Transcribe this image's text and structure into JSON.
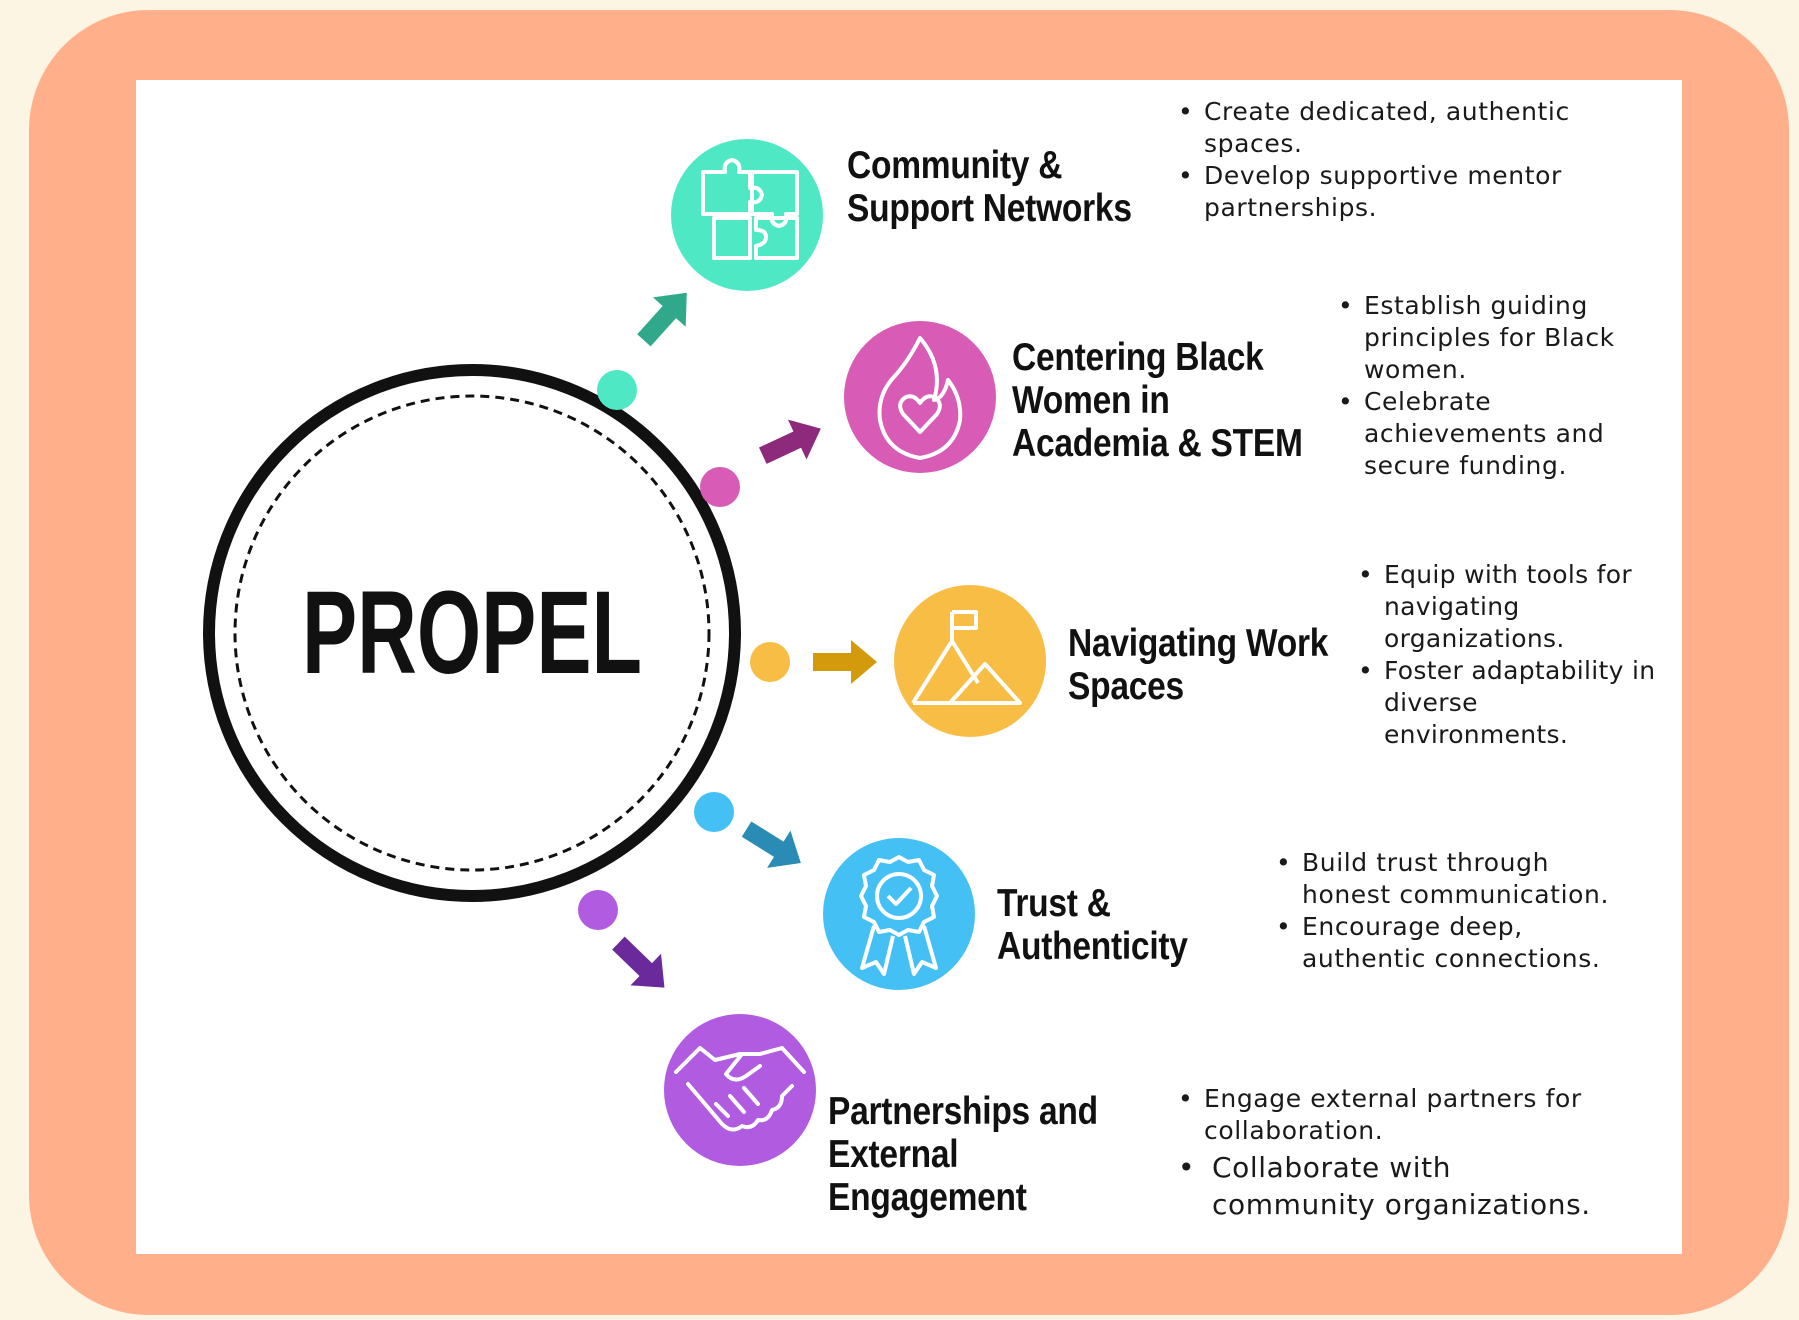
{
  "center": {
    "label": "PROPEL"
  },
  "colors": {
    "page_bg": "#fdf5e3",
    "frame": "#ffb08a",
    "panel": "#ffffff",
    "community": "#4fe8c4",
    "centering": "#d85bb6",
    "navigating": "#f8bd45",
    "trust": "#45c0f5",
    "partnerships": "#b05be0"
  },
  "pillars": [
    {
      "id": "community",
      "icon": "puzzle-icon",
      "title_lines": [
        "Community &",
        "Support Networks"
      ],
      "bullets": [
        [
          "Create dedicated, authentic",
          "spaces."
        ],
        [
          "Develop supportive mentor",
          "partnerships."
        ]
      ]
    },
    {
      "id": "centering",
      "icon": "flame-heart-icon",
      "title_lines": [
        "Centering Black",
        "Women in",
        "Academia & STEM"
      ],
      "bullets": [
        [
          "Establish guiding",
          "principles for Black",
          "women."
        ],
        [
          "Celebrate",
          "achievements and",
          "secure funding."
        ]
      ]
    },
    {
      "id": "navigating",
      "icon": "mountain-flag-icon",
      "title_lines": [
        "Navigating Work",
        "Spaces"
      ],
      "bullets": [
        [
          "Equip with tools for",
          "navigating",
          "organizations."
        ],
        [
          "Foster adaptability in",
          "diverse",
          "environments."
        ]
      ]
    },
    {
      "id": "trust",
      "icon": "award-badge-icon",
      "title_lines": [
        "Trust &",
        "Authenticity"
      ],
      "bullets": [
        [
          "Build trust through",
          "honest communication."
        ],
        [
          "Encourage deep,",
          "authentic connections."
        ]
      ]
    },
    {
      "id": "partnerships",
      "icon": "handshake-icon",
      "title_lines": [
        "Partnerships and",
        "External",
        "Engagement"
      ],
      "bullets": [
        [
          "Engage external partners for",
          "collaboration."
        ],
        [
          "Collaborate with",
          "community organizations."
        ]
      ]
    }
  ]
}
